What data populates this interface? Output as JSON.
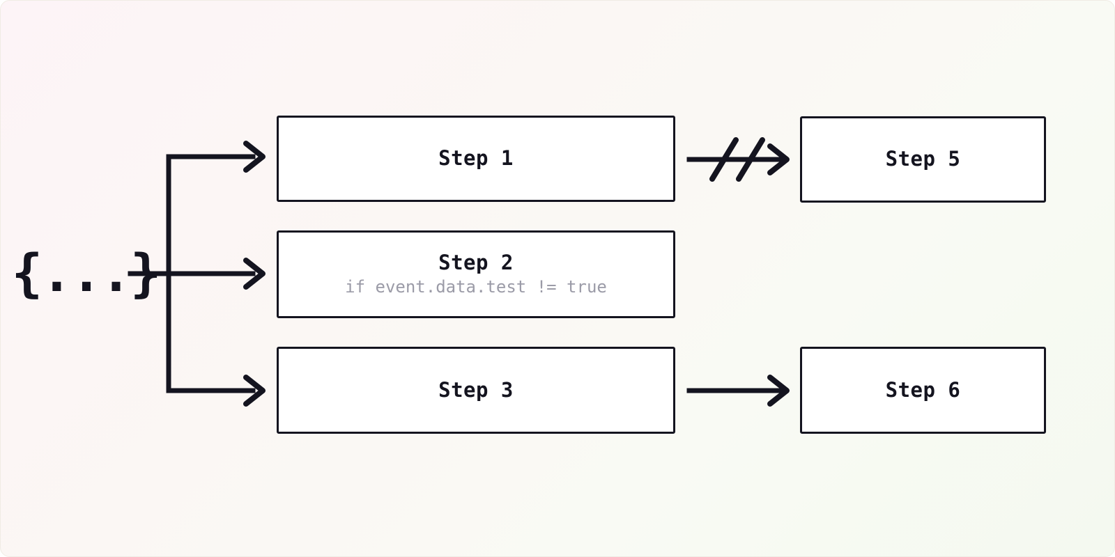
{
  "diagram": {
    "title": "Workflow step fan-out diagram",
    "background": {
      "gradient_from": "#fdf4f7",
      "gradient_to": "#f4f9f0"
    },
    "stroke_color": "#14141f",
    "box_fill": "#ffffff",
    "subtitle_color": "#9b9ba7"
  },
  "source": {
    "name": "event-payload",
    "glyph": "{...}"
  },
  "steps": [
    {
      "id": "step-1",
      "title": "Step 1",
      "subtitle": ""
    },
    {
      "id": "step-2",
      "title": "Step 2",
      "subtitle": "if event.data.test != true"
    },
    {
      "id": "step-3",
      "title": "Step 3",
      "subtitle": ""
    },
    {
      "id": "step-5",
      "title": "Step 5",
      "subtitle": ""
    },
    {
      "id": "step-6",
      "title": "Step 6",
      "subtitle": ""
    }
  ],
  "edges": [
    {
      "id": "edge-source-step-1",
      "from": "event-payload",
      "to": "step-1",
      "style": "solid"
    },
    {
      "id": "edge-source-step-2",
      "from": "event-payload",
      "to": "step-2",
      "style": "solid"
    },
    {
      "id": "edge-source-step-3",
      "from": "event-payload",
      "to": "step-3",
      "style": "solid"
    },
    {
      "id": "edge-step-1-step-5",
      "from": "step-1",
      "to": "step-5",
      "style": "skipped"
    },
    {
      "id": "edge-step-3-step-6",
      "from": "step-3",
      "to": "step-6",
      "style": "solid"
    }
  ]
}
